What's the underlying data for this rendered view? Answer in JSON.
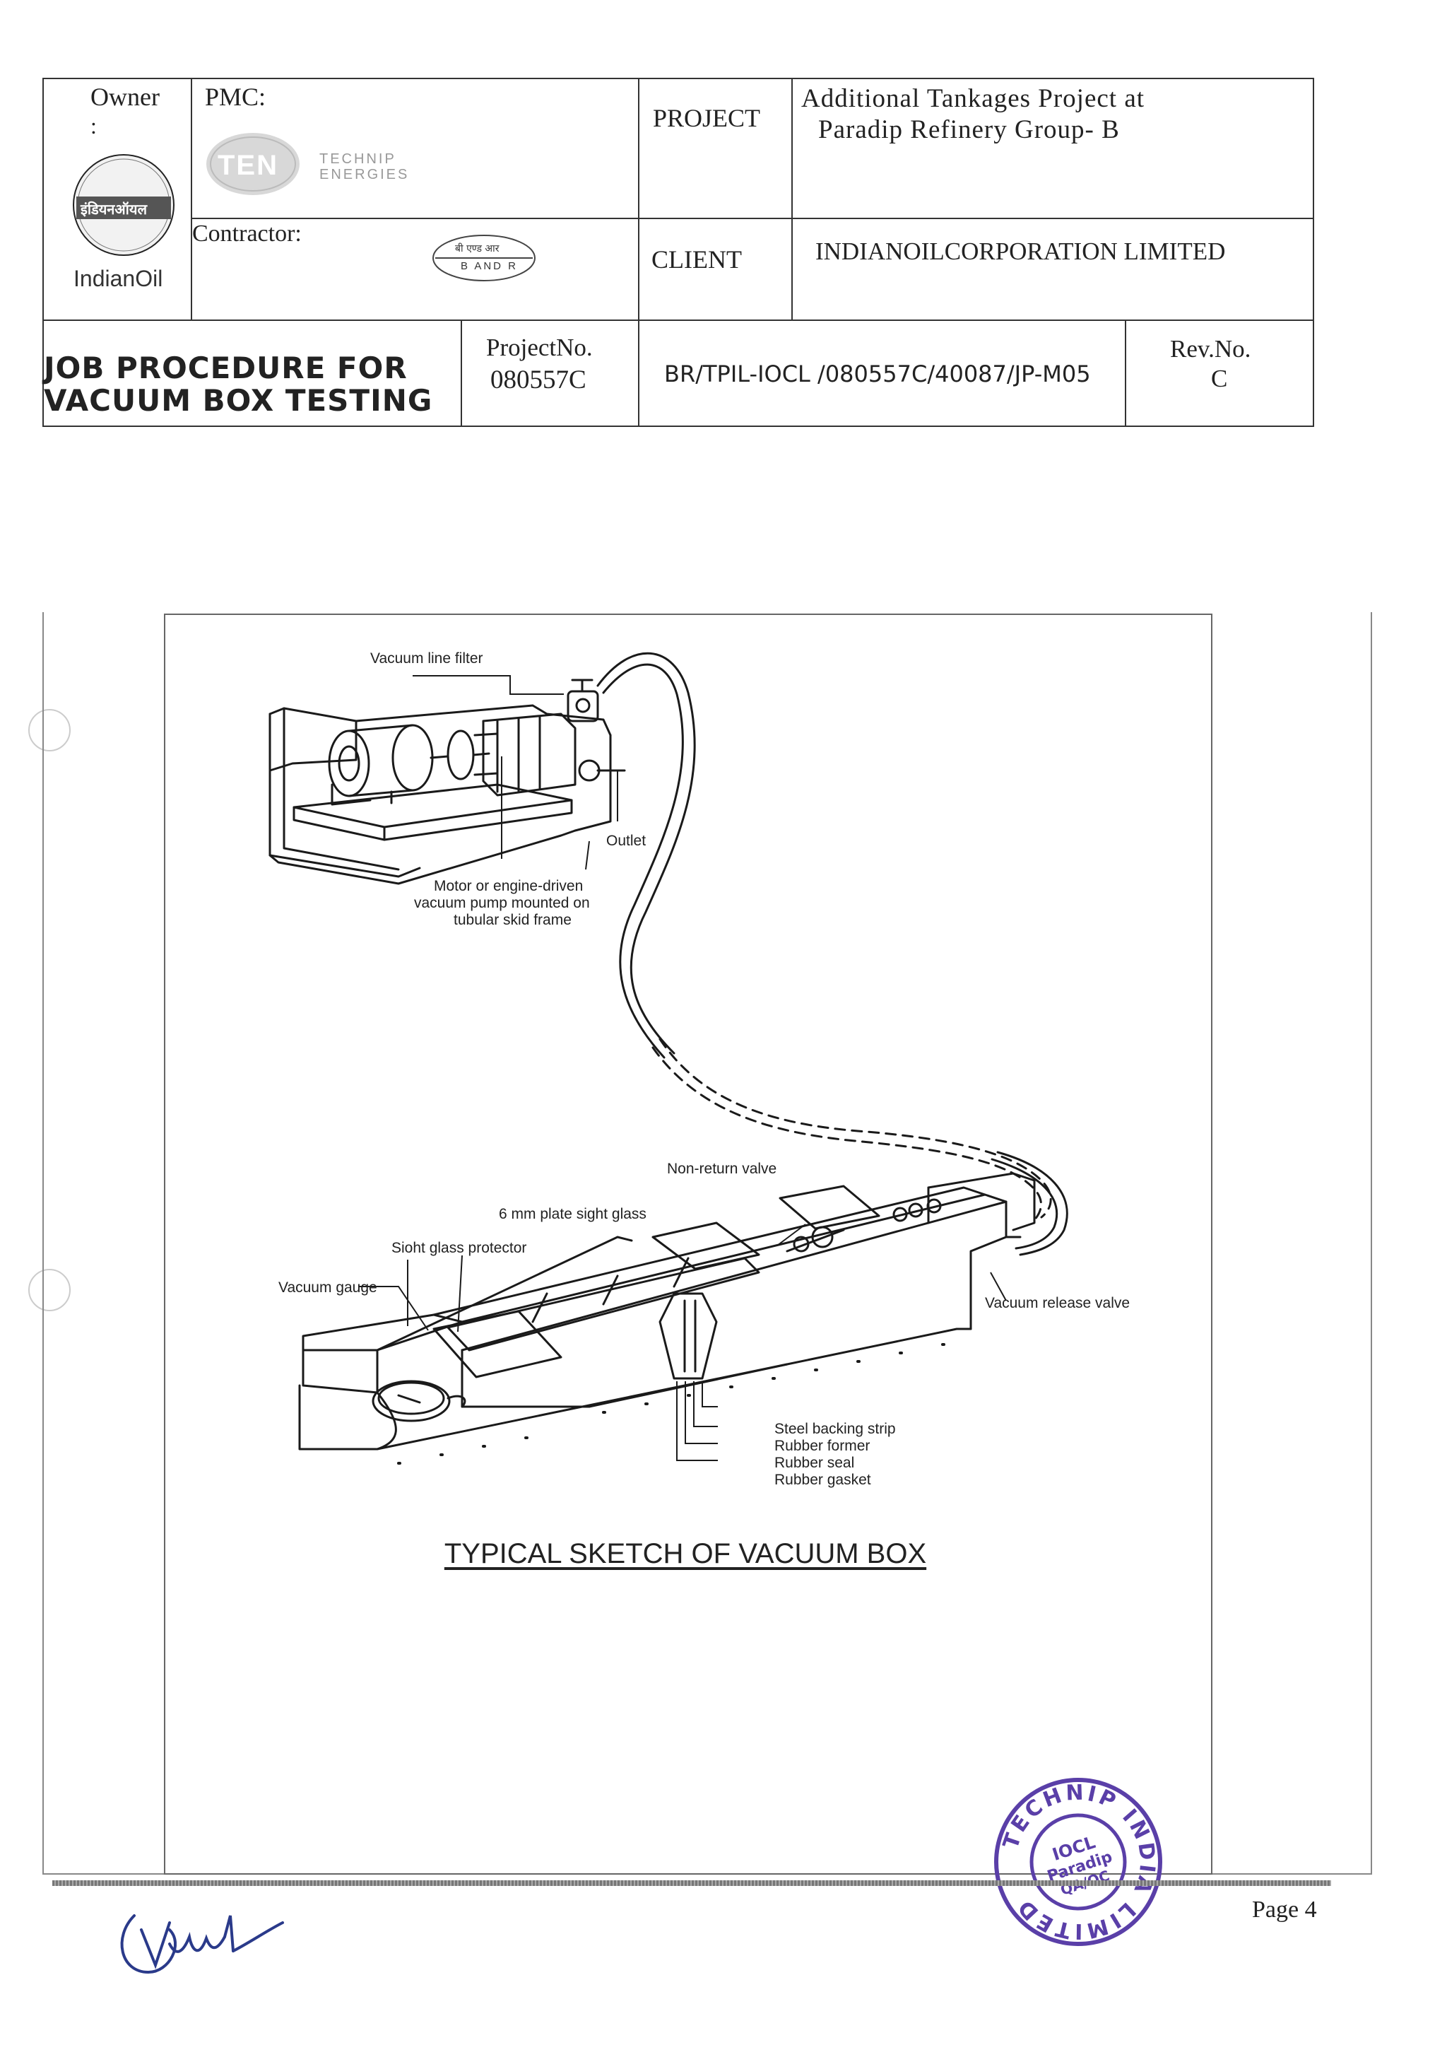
{
  "header": {
    "owner_label": "Owner",
    "owner_colon": ":",
    "owner_logo_hindi": "इंडियनऑयल",
    "owner_logo_name": "IndianOil",
    "pmc_label": "PMC:",
    "pmc_logo_mark": "TEN",
    "pmc_logo_line1": "TECHNIP",
    "pmc_logo_line2": "ENERGIES",
    "contractor_label": "Contractor:",
    "contractor_logo_hindi": "बी एण्ड आर",
    "contractor_logo_name": "B AND R",
    "project_label": "PROJECT",
    "project_value_line1": "Additional Tankages Project at",
    "project_value_line2": "Paradip Refinery Group- B",
    "client_label": "CLIENT",
    "client_value": "INDIANOILCORPORATION LIMITED",
    "doc_title_line1": "JOB PROCEDURE FOR",
    "doc_title_line2": "VACUUM BOX TESTING",
    "project_no_label": "ProjectNo.",
    "project_no_value": "080557C",
    "doc_number": "BR/TPIL-IOCL /080557C/40087/JP-M05",
    "rev_label": "Rev.No.",
    "rev_value": "C"
  },
  "figure": {
    "labels": {
      "vacuum_line_filter": "Vacuum line filter",
      "outlet": "Outlet",
      "motor_line1": "Motor or engine-driven",
      "motor_line2": "vacuum pump mounted on",
      "motor_line3": "tubular skid frame",
      "non_return_valve": "Non-return valve",
      "sight_glass": "6 mm plate sight glass",
      "sight_glass_protector": "Sioht glass protector",
      "vacuum_gauge": "Vacuum gauge",
      "vacuum_release_valve": "Vacuum release valve",
      "steel_backing_strip": "Steel backing strip",
      "rubber_former": "Rubber former",
      "rubber_seal": "Rubber seal",
      "rubber_gasket": "Rubber gasket"
    },
    "caption": "TYPICAL SKETCH OF VACUUM BOX"
  },
  "stamp": {
    "ring_text": "TECHNIP INDIA LIMITED",
    "center_line1": "IOCL",
    "center_line2": "Paradip",
    "center_line3": "QA/QC"
  },
  "footer": {
    "page": "Page 4"
  }
}
